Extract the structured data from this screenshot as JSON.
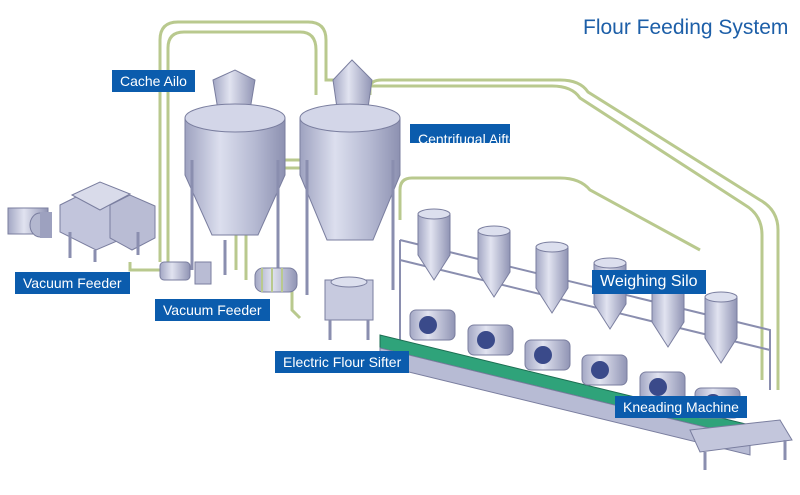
{
  "title": "Flour Feeding System",
  "labels": {
    "cache_silo": "Cache Ailo",
    "centrifugal_sifter": "Centrifugal Aifter",
    "vacuum_feeder_left": "Vacuum Feeder",
    "vacuum_feeder_center": "Vacuum Feeder",
    "electric_flour_sifter": "Electric Flour Sifter",
    "weighing_silo": "Weighing Silo",
    "kneading_machine": "Kneading Machine"
  },
  "colors": {
    "label_bg": "#0b5cad",
    "title_text": "#1d5fa8",
    "pipe": "#b9c98e",
    "machine_body": "#b7bbd4",
    "machine_shade": "#8f93b3",
    "conveyor": "#2fa37a"
  }
}
